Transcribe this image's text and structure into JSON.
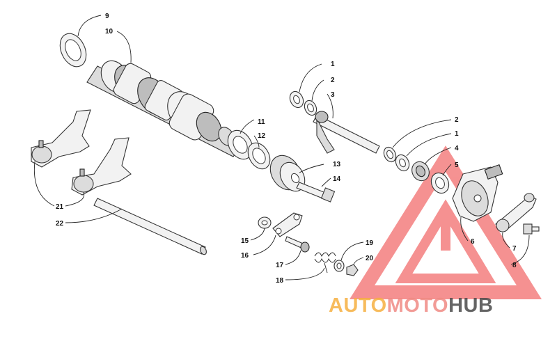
{
  "callouts": {
    "c1a": "1",
    "c2a": "2",
    "c3": "3",
    "c2b": "2",
    "c1b": "1",
    "c4": "4",
    "c5": "5",
    "c6": "6",
    "c7": "7",
    "c8": "8",
    "c9": "9",
    "c10": "10",
    "c11": "11",
    "c12": "12",
    "c13": "13",
    "c14": "14",
    "c15": "15",
    "c16": "16",
    "c17": "17",
    "c18": "18",
    "c19": "19",
    "c20": "20",
    "c21": "21",
    "c22": "22"
  },
  "watermark": {
    "word_a": "AUTO",
    "word_b": "MOTO",
    "word_c": "HUB",
    "color_a": "#f6b040",
    "color_b": "#f08a84",
    "color_c": "#4a4a4a",
    "logo_color": "#f26d6d"
  }
}
